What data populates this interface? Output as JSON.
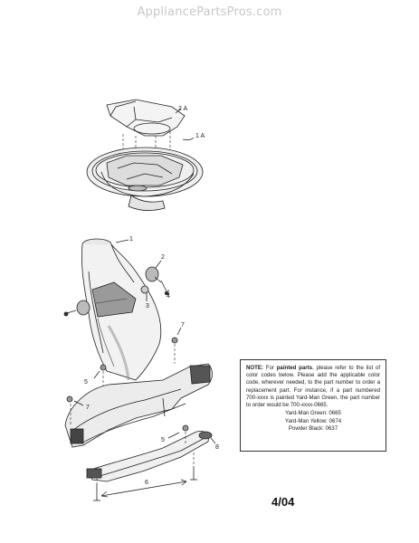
{
  "watermark": "AppliancePartsPros.com",
  "callouts": {
    "top_2a": "2 A",
    "top_1a": "1 A",
    "c1": "1",
    "c2": "2",
    "c3": "3",
    "c4": "4",
    "c5a": "5",
    "c5b": "5",
    "c6": "6",
    "c7a": "7",
    "c7b": "7",
    "c8": "8"
  },
  "note": {
    "label": "NOTE:",
    "intro": "For",
    "painted": "painted parts",
    "body": ", please refer to the list of color codes below. Please add the applicable color code, wherever needed, to the part number to order a replacement part. For instance, if a part numbered 700-xxxx is painted Yard-Man Green, the part number to order would be 700-xxxx-0665.",
    "colors": [
      "Yard-Man Green: 0665",
      "Yard-Man Yellow: 0674",
      "Powder Black: 0637"
    ]
  },
  "date": "4/04"
}
